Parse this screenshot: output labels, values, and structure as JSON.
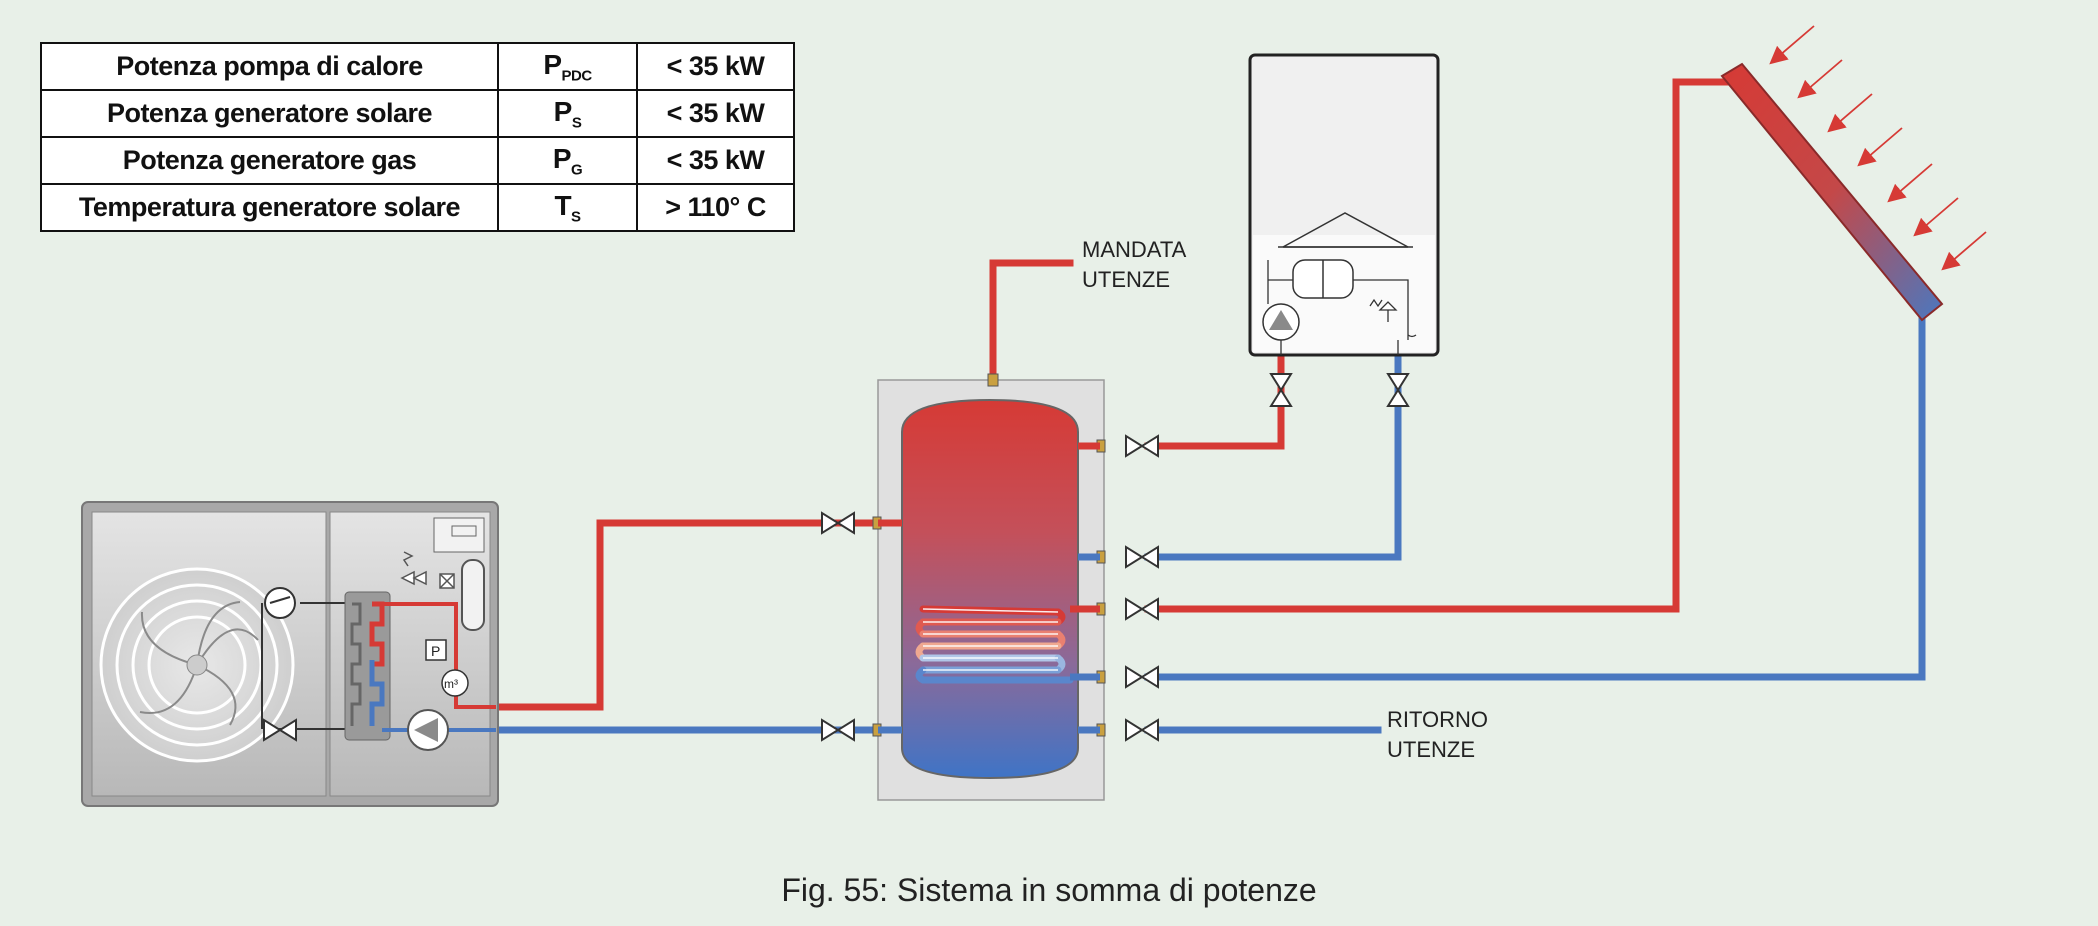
{
  "table": {
    "rows": [
      {
        "label": "Potenza pompa di calore",
        "sym": "P",
        "sub": "PDC",
        "value": "< 35 kW"
      },
      {
        "label": "Potenza generatore solare",
        "sym": "P",
        "sub": "S",
        "value": "< 35 kW"
      },
      {
        "label": "Potenza generatore gas",
        "sym": "P",
        "sub": "G",
        "value": "< 35 kW"
      },
      {
        "label": "Temperatura generatore solare",
        "sym": "T",
        "sub": "S",
        "value": "> 110° C"
      }
    ]
  },
  "labels": {
    "mandata_line1": "MANDATA",
    "mandata_line2": "UTENZE",
    "ritorno_line1": "RITORNO",
    "ritorno_line2": "UTENZE",
    "pressure_gauge": "P",
    "flow_meter": "m³"
  },
  "caption": "Fig. 55: Sistema in somma di potenze",
  "colors": {
    "hot": "#d63a35",
    "cold": "#4a78c0",
    "background": "#e8f0e8"
  }
}
